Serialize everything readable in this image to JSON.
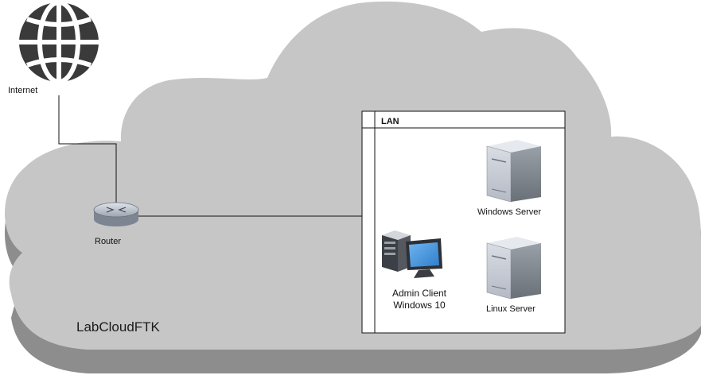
{
  "diagram": {
    "cloud_label": "LabCloudFTK",
    "colors": {
      "cloud_top": "#c6c6c7",
      "cloud_shadow": "#8d8d8e",
      "globe": "#3a3a3a",
      "monitor_screen": "#3f8fd9"
    },
    "nodes": {
      "internet": {
        "label": "Internet",
        "icon": "globe-icon"
      },
      "router": {
        "label": "Router",
        "icon": "router-icon"
      },
      "lan": {
        "label": "LAN"
      },
      "windows_server": {
        "label": "Windows Server",
        "icon": "server-icon"
      },
      "linux_server": {
        "label": "Linux Server",
        "icon": "server-icon"
      },
      "admin_client": {
        "label_line1": "Admin Client",
        "label_line2": "Windows 10",
        "icon": "workstation-icon"
      }
    },
    "connections": [
      {
        "from": "internet",
        "to": "router"
      },
      {
        "from": "router",
        "to": "lan"
      }
    ]
  }
}
